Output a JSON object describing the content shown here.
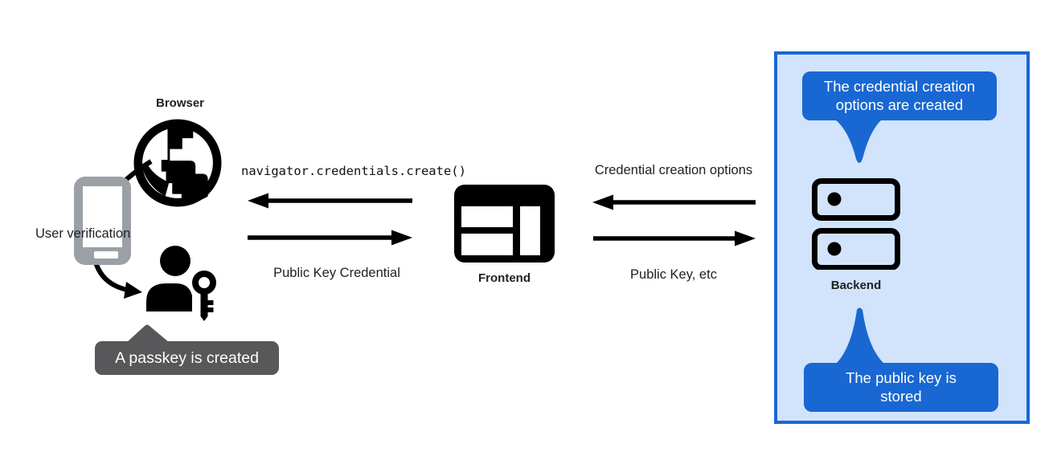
{
  "title": "Passkey creation flow diagram",
  "colors": {
    "accent_blue": "#1967d2",
    "panel_fill": "#d2e3fc",
    "tooltip_dark_bg": "#58585a",
    "phone_gray": "#9aa0a6",
    "icon_black": "#000000",
    "text_dark": "#202124"
  },
  "device": {
    "browser_label": "Browser",
    "browser_icon": "globe-icon",
    "user_verification_label": "User verification",
    "phone_icon": "smartphone-icon",
    "passkey_icon": "user-key-icon",
    "passkey_tooltip": "A passkey is created"
  },
  "frontend": {
    "label": "Frontend",
    "icon": "browser-window-icon",
    "call_to_browser": "navigator.credentials.create()",
    "return_from_browser": "Public Key Credential"
  },
  "backend": {
    "label": "Backend",
    "icon": "server-icon",
    "request_to_frontend": "Credential creation options",
    "response_from_frontend": "Public Key, etc",
    "tooltip_top_lines": [
      "The credential creation",
      "options are created"
    ],
    "tooltip_bottom_lines": [
      "The public key is",
      "stored"
    ]
  }
}
